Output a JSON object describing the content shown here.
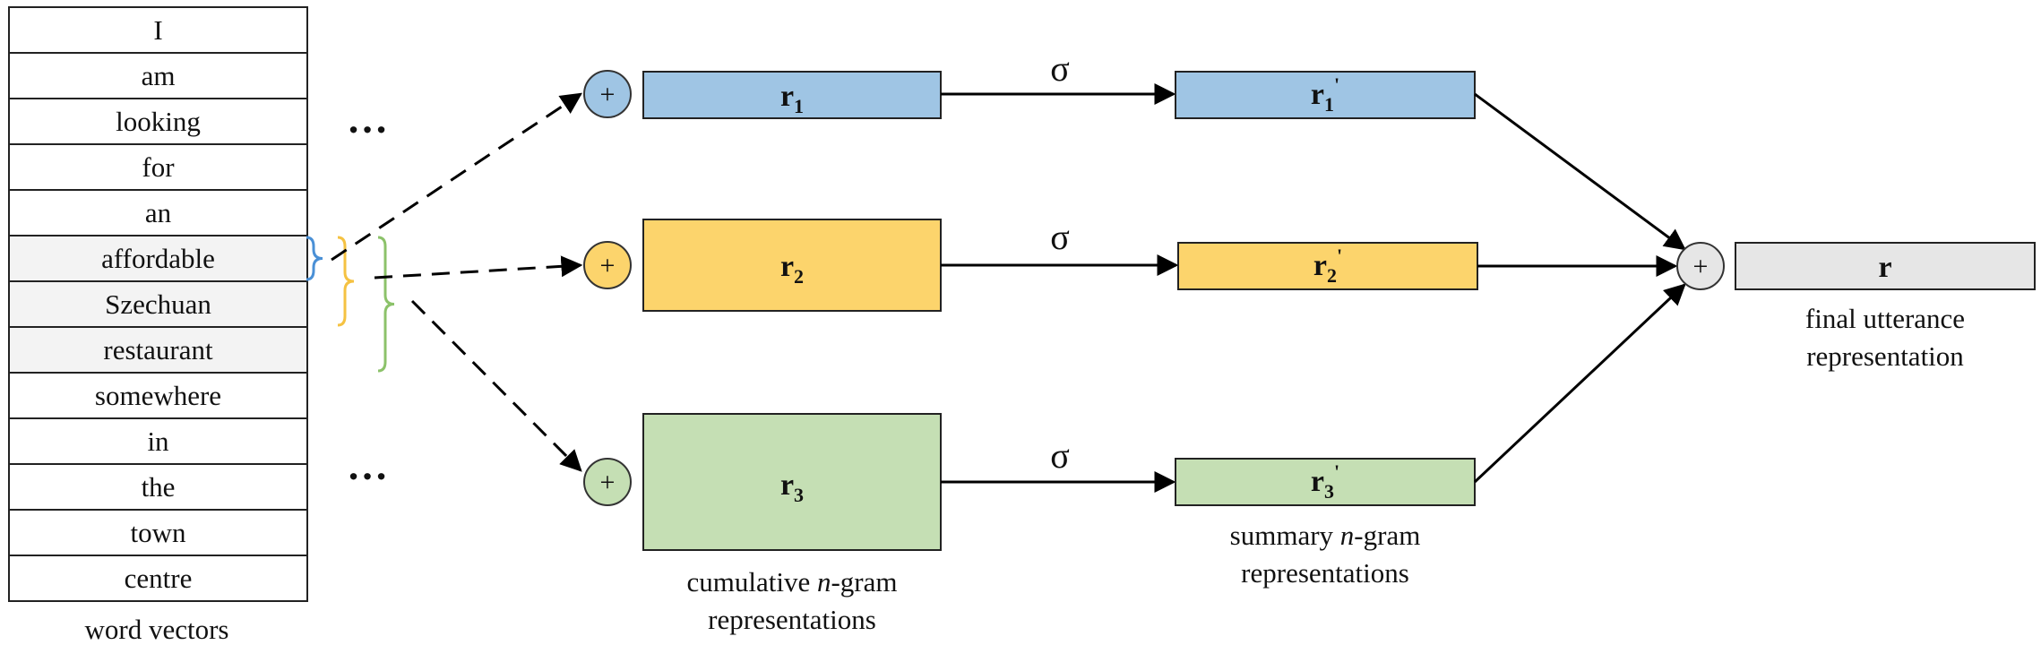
{
  "words": [
    "I",
    "am",
    "looking",
    "for",
    "an",
    "affordable",
    "Szechuan",
    "restaurant",
    "somewhere",
    "in",
    "the",
    "town",
    "centre"
  ],
  "highlighted_word_indices": [
    5,
    6,
    7
  ],
  "captions": {
    "word_vectors": "word vectors",
    "cumulative_line1": "cumulative",
    "cumulative_italic": "n",
    "cumulative_line1_rest": "-gram",
    "cumulative_line2": "representations",
    "summary_line1": "summary",
    "summary_italic": "n",
    "summary_line1_rest": "-gram",
    "summary_line2": "representations",
    "final_line1": "final utterance",
    "final_line2": "representation"
  },
  "ellipsis": "…",
  "plus_symbol": "+",
  "sigma_symbol": "σ",
  "cumulative_nodes": [
    {
      "base": "r",
      "sub": "1",
      "color": "#9fc5e4"
    },
    {
      "base": "r",
      "sub": "2",
      "color": "#fcd46c"
    },
    {
      "base": "r",
      "sub": "3",
      "color": "#c5dfb4"
    }
  ],
  "summary_nodes": [
    {
      "base": "r",
      "sub": "1",
      "sup": "'",
      "color": "#9fc5e4"
    },
    {
      "base": "r",
      "sub": "2",
      "sup": "'",
      "color": "#fcd46c"
    },
    {
      "base": "r",
      "sub": "3",
      "sup": "'",
      "color": "#c5dfb4"
    }
  ],
  "final_node": {
    "label": "r",
    "color": "#e6e6e6"
  },
  "bracket_colors": [
    "#4a90d6",
    "#f5c242",
    "#8cc26a"
  ]
}
